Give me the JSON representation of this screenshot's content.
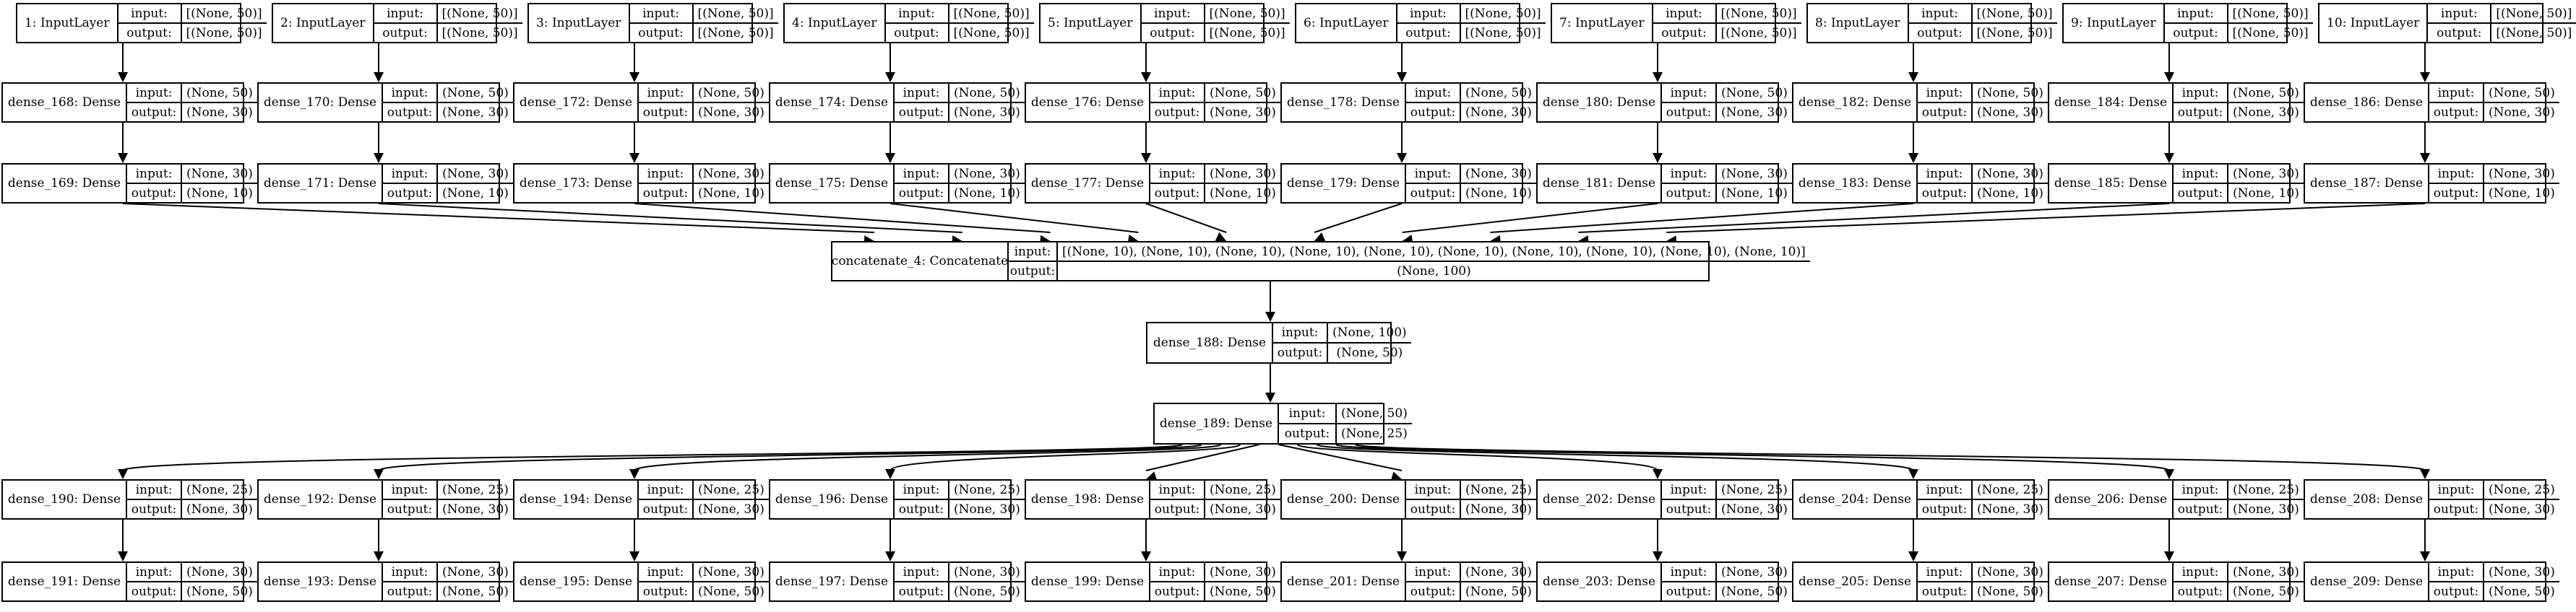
{
  "diagram": {
    "type": "keras-model-graph",
    "labels": {
      "input": "input:",
      "output": "output:"
    },
    "inputs": [
      {
        "name": "1: InputLayer",
        "input": "[(None, 50)]",
        "output": "[(None, 50)]"
      },
      {
        "name": "2: InputLayer",
        "input": "[(None, 50)]",
        "output": "[(None, 50)]"
      },
      {
        "name": "3: InputLayer",
        "input": "[(None, 50)]",
        "output": "[(None, 50)]"
      },
      {
        "name": "4: InputLayer",
        "input": "[(None, 50)]",
        "output": "[(None, 50)]"
      },
      {
        "name": "5: InputLayer",
        "input": "[(None, 50)]",
        "output": "[(None, 50)]"
      },
      {
        "name": "6: InputLayer",
        "input": "[(None, 50)]",
        "output": "[(None, 50)]"
      },
      {
        "name": "7: InputLayer",
        "input": "[(None, 50)]",
        "output": "[(None, 50)]"
      },
      {
        "name": "8: InputLayer",
        "input": "[(None, 50)]",
        "output": "[(None, 50)]"
      },
      {
        "name": "9: InputLayer",
        "input": "[(None, 50)]",
        "output": "[(None, 50)]"
      },
      {
        "name": "10: InputLayer",
        "input": "[(None, 50)]",
        "output": "[(None, 50)]"
      }
    ],
    "encoders_a": [
      {
        "name": "dense_168: Dense",
        "input": "(None, 50)",
        "output": "(None, 30)"
      },
      {
        "name": "dense_170: Dense",
        "input": "(None, 50)",
        "output": "(None, 30)"
      },
      {
        "name": "dense_172: Dense",
        "input": "(None, 50)",
        "output": "(None, 30)"
      },
      {
        "name": "dense_174: Dense",
        "input": "(None, 50)",
        "output": "(None, 30)"
      },
      {
        "name": "dense_176: Dense",
        "input": "(None, 50)",
        "output": "(None, 30)"
      },
      {
        "name": "dense_178: Dense",
        "input": "(None, 50)",
        "output": "(None, 30)"
      },
      {
        "name": "dense_180: Dense",
        "input": "(None, 50)",
        "output": "(None, 30)"
      },
      {
        "name": "dense_182: Dense",
        "input": "(None, 50)",
        "output": "(None, 30)"
      },
      {
        "name": "dense_184: Dense",
        "input": "(None, 50)",
        "output": "(None, 30)"
      },
      {
        "name": "dense_186: Dense",
        "input": "(None, 50)",
        "output": "(None, 30)"
      }
    ],
    "encoders_b": [
      {
        "name": "dense_169: Dense",
        "input": "(None, 30)",
        "output": "(None, 10)"
      },
      {
        "name": "dense_171: Dense",
        "input": "(None, 30)",
        "output": "(None, 10)"
      },
      {
        "name": "dense_173: Dense",
        "input": "(None, 30)",
        "output": "(None, 10)"
      },
      {
        "name": "dense_175: Dense",
        "input": "(None, 30)",
        "output": "(None, 10)"
      },
      {
        "name": "dense_177: Dense",
        "input": "(None, 30)",
        "output": "(None, 10)"
      },
      {
        "name": "dense_179: Dense",
        "input": "(None, 30)",
        "output": "(None, 10)"
      },
      {
        "name": "dense_181: Dense",
        "input": "(None, 30)",
        "output": "(None, 10)"
      },
      {
        "name": "dense_183: Dense",
        "input": "(None, 30)",
        "output": "(None, 10)"
      },
      {
        "name": "dense_185: Dense",
        "input": "(None, 30)",
        "output": "(None, 10)"
      },
      {
        "name": "dense_187: Dense",
        "input": "(None, 30)",
        "output": "(None, 10)"
      }
    ],
    "concat": {
      "name": "concatenate_4: Concatenate",
      "input": "[(None, 10), (None, 10), (None, 10), (None, 10), (None, 10), (None, 10), (None, 10), (None, 10), (None, 10), (None, 10)]",
      "output": "(None, 100)"
    },
    "bottleneck_a": {
      "name": "dense_188: Dense",
      "input": "(None, 100)",
      "output": "(None, 50)"
    },
    "bottleneck_b": {
      "name": "dense_189: Dense",
      "input": "(None, 50)",
      "output": "(None, 25)"
    },
    "decoders_a": [
      {
        "name": "dense_190: Dense",
        "input": "(None, 25)",
        "output": "(None, 30)"
      },
      {
        "name": "dense_192: Dense",
        "input": "(None, 25)",
        "output": "(None, 30)"
      },
      {
        "name": "dense_194: Dense",
        "input": "(None, 25)",
        "output": "(None, 30)"
      },
      {
        "name": "dense_196: Dense",
        "input": "(None, 25)",
        "output": "(None, 30)"
      },
      {
        "name": "dense_198: Dense",
        "input": "(None, 25)",
        "output": "(None, 30)"
      },
      {
        "name": "dense_200: Dense",
        "input": "(None, 25)",
        "output": "(None, 30)"
      },
      {
        "name": "dense_202: Dense",
        "input": "(None, 25)",
        "output": "(None, 30)"
      },
      {
        "name": "dense_204: Dense",
        "input": "(None, 25)",
        "output": "(None, 30)"
      },
      {
        "name": "dense_206: Dense",
        "input": "(None, 25)",
        "output": "(None, 30)"
      },
      {
        "name": "dense_208: Dense",
        "input": "(None, 25)",
        "output": "(None, 30)"
      }
    ],
    "decoders_b": [
      {
        "name": "dense_191: Dense",
        "input": "(None, 30)",
        "output": "(None, 50)"
      },
      {
        "name": "dense_193: Dense",
        "input": "(None, 30)",
        "output": "(None, 50)"
      },
      {
        "name": "dense_195: Dense",
        "input": "(None, 30)",
        "output": "(None, 50)"
      },
      {
        "name": "dense_197: Dense",
        "input": "(None, 30)",
        "output": "(None, 50)"
      },
      {
        "name": "dense_199: Dense",
        "input": "(None, 30)",
        "output": "(None, 50)"
      },
      {
        "name": "dense_201: Dense",
        "input": "(None, 30)",
        "output": "(None, 50)"
      },
      {
        "name": "dense_203: Dense",
        "input": "(None, 30)",
        "output": "(None, 50)"
      },
      {
        "name": "dense_205: Dense",
        "input": "(None, 30)",
        "output": "(None, 50)"
      },
      {
        "name": "dense_207: Dense",
        "input": "(None, 30)",
        "output": "(None, 50)"
      },
      {
        "name": "dense_209: Dense",
        "input": "(None, 30)",
        "output": "(None, 50)"
      }
    ]
  }
}
